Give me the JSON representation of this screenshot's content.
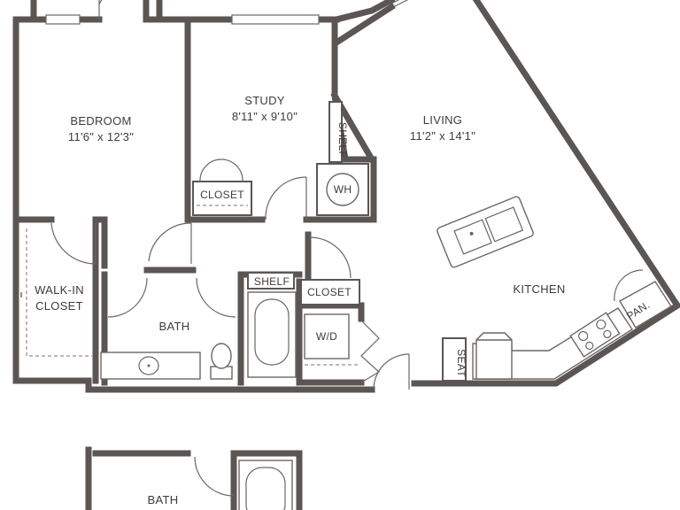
{
  "rooms": {
    "bedroom": {
      "name": "BEDROOM",
      "size": "11'6\" x 12'3\""
    },
    "study": {
      "name": "STUDY",
      "size": "8'11\" x 9'10\""
    },
    "living": {
      "name": "LIVING",
      "size": "11'2\" x 14'1\""
    },
    "walkin": {
      "line1": "WALK-IN",
      "line2": "CLOSET"
    },
    "bath": {
      "name": "BATH"
    },
    "kitchen": {
      "name": "KITCHEN"
    },
    "bath_lower": {
      "name": "BATH"
    }
  },
  "labels": {
    "closet_study": "CLOSET",
    "closet_hall": "CLOSET",
    "shelf_hall": "SHELF",
    "shelf_living": "SHELF",
    "water_heater": "WH",
    "washer_dryer": "W/D",
    "seat": "SEAT",
    "pantry": "PAN."
  },
  "colors": {
    "wall": "#5b5653",
    "text": "#3f3b39",
    "background": "#ffffff"
  }
}
